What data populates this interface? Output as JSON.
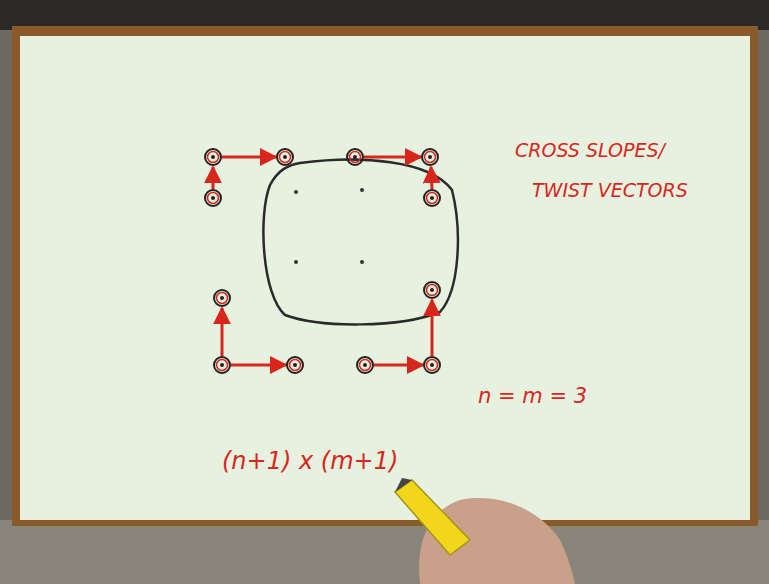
{
  "diagram": {
    "labels": [
      "CROSS SLOPES/",
      "TWIST VECTORS",
      "n = m = 3",
      "(n+1) x (m+1)"
    ]
  }
}
